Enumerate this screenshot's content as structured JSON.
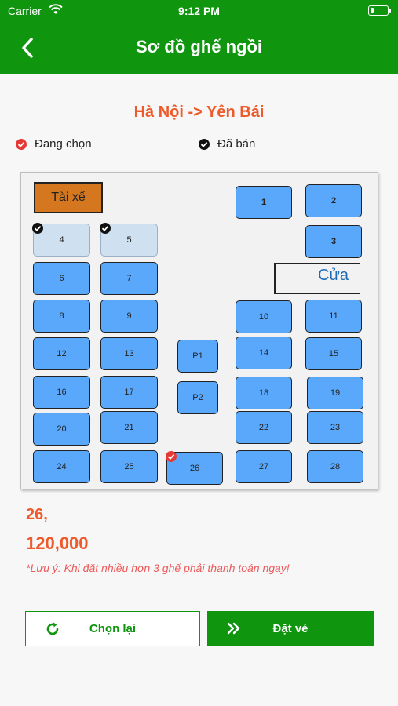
{
  "status_bar": {
    "carrier": "Carrier",
    "time": "9:12 PM"
  },
  "header": {
    "title": "Sơ đồ ghế ngồi",
    "back_icon": "chevron-left-icon"
  },
  "route": "Hà Nội -> Yên Bái",
  "legend": {
    "selected": "Đang chọn",
    "sold": "Đã bán"
  },
  "seat_map": {
    "driver_label": "Tài xế",
    "door_label": "Cửa",
    "seats": [
      {
        "label": "1",
        "state": "available"
      },
      {
        "label": "2",
        "state": "available"
      },
      {
        "label": "3",
        "state": "available"
      },
      {
        "label": "4",
        "state": "sold"
      },
      {
        "label": "5",
        "state": "sold"
      },
      {
        "label": "6",
        "state": "available"
      },
      {
        "label": "7",
        "state": "available"
      },
      {
        "label": "8",
        "state": "available"
      },
      {
        "label": "9",
        "state": "available"
      },
      {
        "label": "10",
        "state": "available"
      },
      {
        "label": "11",
        "state": "available"
      },
      {
        "label": "12",
        "state": "available"
      },
      {
        "label": "13",
        "state": "available"
      },
      {
        "label": "14",
        "state": "available"
      },
      {
        "label": "15",
        "state": "available"
      },
      {
        "label": "P1",
        "state": "available"
      },
      {
        "label": "P2",
        "state": "available"
      },
      {
        "label": "16",
        "state": "available"
      },
      {
        "label": "17",
        "state": "available"
      },
      {
        "label": "18",
        "state": "available"
      },
      {
        "label": "19",
        "state": "available"
      },
      {
        "label": "20",
        "state": "available"
      },
      {
        "label": "21",
        "state": "available"
      },
      {
        "label": "22",
        "state": "available"
      },
      {
        "label": "23",
        "state": "available"
      },
      {
        "label": "24",
        "state": "available"
      },
      {
        "label": "25",
        "state": "available"
      },
      {
        "label": "26",
        "state": "selected"
      },
      {
        "label": "27",
        "state": "available"
      },
      {
        "label": "28",
        "state": "available"
      }
    ]
  },
  "summary": {
    "selected_seats": "26,",
    "total_price": "120,000",
    "note": "*Lưu ý: Khi đặt nhiều hơn 3 ghế phải thanh toán ngay!"
  },
  "actions": {
    "reset_label": "Chọn lại",
    "book_label": "Đặt vé"
  },
  "colors": {
    "primary": "#10950f",
    "accent": "#ee5a2a",
    "seat": "#5aa8fb",
    "seat_sold": "#cfe0f1",
    "driver": "#d4771f"
  }
}
